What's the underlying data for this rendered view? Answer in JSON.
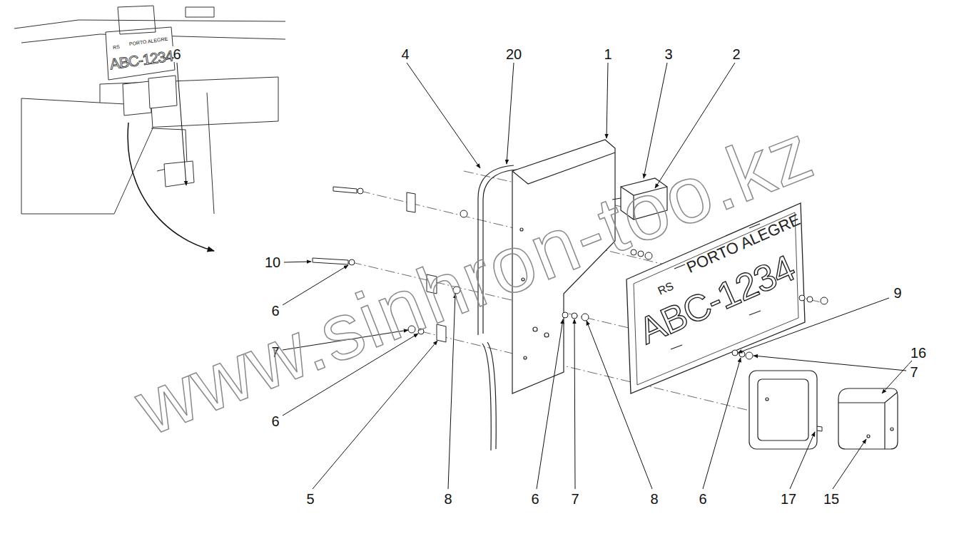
{
  "diagram": {
    "labels": [
      "6",
      "4",
      "20",
      "1",
      "3",
      "2",
      "16",
      "10",
      "6",
      "9",
      "7",
      "7",
      "6",
      "5",
      "8",
      "6",
      "7",
      "8",
      "6",
      "17",
      "15",
      "RS",
      "PORTO ALEGRE",
      "ABC-1234",
      "RS",
      "PORTO ALEGRE",
      "ABC-1234",
      "www.sinhron-too.kz"
    ]
  }
}
